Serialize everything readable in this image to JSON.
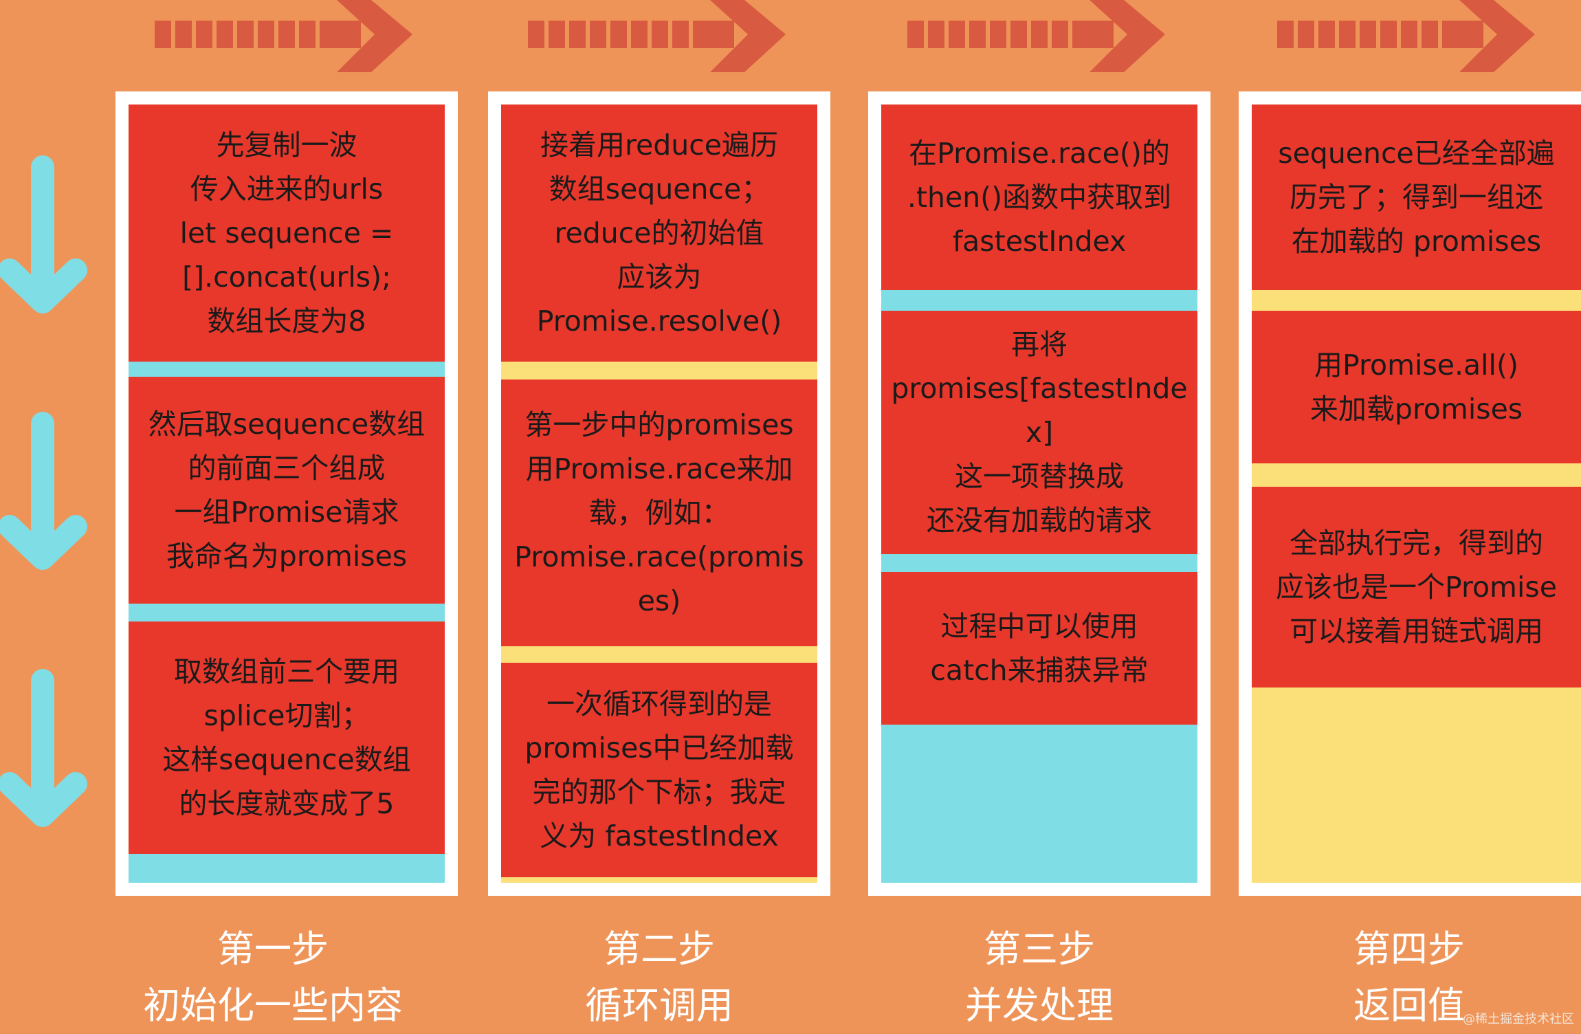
{
  "colors": {
    "background": "#EE9458",
    "card": "#E8382C",
    "column_border": "#FFFFFF",
    "cyan": "#7FDDE6",
    "yellow": "#FBE07A",
    "arrow": "#D85A40",
    "label_text": "#FFFFFF"
  },
  "icons": {
    "right_arrow": "arrow-right-icon",
    "down_arrow": "arrow-down-icon"
  },
  "columns": [
    {
      "step": "第一步",
      "subtitle": "初始化一些内容",
      "cards": [
        "先复制一波\n传入进来的urls\nlet sequence =\n[].concat(urls);\n数组长度为8",
        "然后取sequence数组\n的前面三个组成\n一组Promise请求\n我命名为promises",
        "取数组前三个要用\nsplice切割；\n这样sequence数组\n的长度就变成了5"
      ]
    },
    {
      "step": "第二步",
      "subtitle": "循环调用",
      "cards": [
        "接着用reduce遍历\n数组sequence；\nreduce的初始值\n应该为\nPromise.resolve()",
        "第一步中的promises\n用Promise.race来加\n载，例如：\nPromise.race(promis\nes)",
        "一次循环得到的是\npromises中已经加载\n完的那个下标；我定\n义为 fastestIndex"
      ]
    },
    {
      "step": "第三步",
      "subtitle": "并发处理",
      "cards": [
        "在Promise.race()的\n.then()函数中获取到\nfastestIndex",
        "再将\npromises[fastestInde\nx]\n这一项替换成\n还没有加载的请求",
        "过程中可以使用\ncatch来捕获异常"
      ]
    },
    {
      "step": "第四步",
      "subtitle": "返回值",
      "cards": [
        "sequence已经全部遍\n历完了；得到一组还\n在加载的 promises",
        "用Promise.all()\n来加载promises",
        "全部执行完，得到的\n应该也是一个Promise\n可以接着用链式调用"
      ]
    }
  ],
  "watermark": "@稀土掘金技术社区"
}
